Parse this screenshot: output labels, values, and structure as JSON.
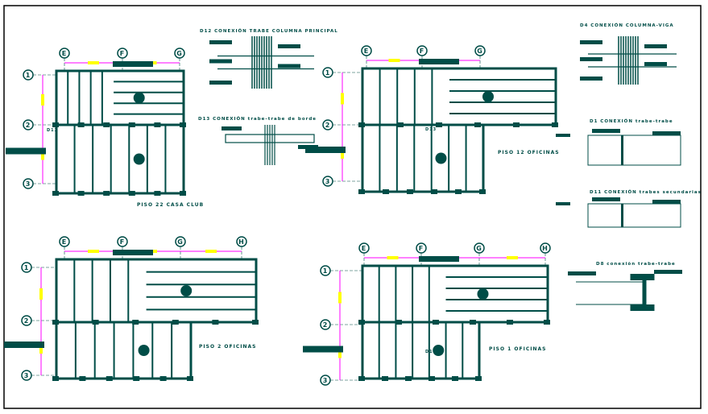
{
  "colors": {
    "line": "#004d47",
    "dimension": "#ff00ff",
    "marker": "#ffff00",
    "frame": "#000000"
  },
  "plans": [
    {
      "title": "PISO 22 CASA CLUB",
      "columns": [
        "E",
        "F",
        "G"
      ],
      "rows": [
        "1",
        "2",
        "3"
      ],
      "detail_tag": "D13"
    },
    {
      "title": "PISO 12 OFICINAS",
      "columns": [
        "E",
        "F",
        "G"
      ],
      "rows": [
        "1",
        "2",
        "3"
      ],
      "detail_tag": "D13"
    },
    {
      "title": "PISO 2 OFICINAS",
      "columns": [
        "E",
        "F",
        "G",
        "H"
      ],
      "rows": [
        "1",
        "2",
        "3"
      ],
      "detail_tag": ""
    },
    {
      "title": "PISO 1 OFICINAS",
      "columns": [
        "E",
        "F",
        "G",
        "H"
      ],
      "rows": [
        "1",
        "2",
        "3"
      ],
      "detail_tag": "D10"
    }
  ],
  "details": [
    {
      "title": "D12    CONEXIÓN TRABE COLUMNA PRINCIPAL",
      "type": "column"
    },
    {
      "title": "D13   CONEXIÓN trabe-trabe de borde",
      "type": "edge"
    },
    {
      "title": "D4     CONEXIÓN COLUMNA-VIGA",
      "type": "column"
    },
    {
      "title": "D1     CONEXIÓN trabe-trabe",
      "type": "beam"
    },
    {
      "title": "D11    CONEXIÓN trabes secundarias",
      "type": "beam"
    },
    {
      "title": "D8 conexión trabe-trabe",
      "type": "section"
    }
  ]
}
